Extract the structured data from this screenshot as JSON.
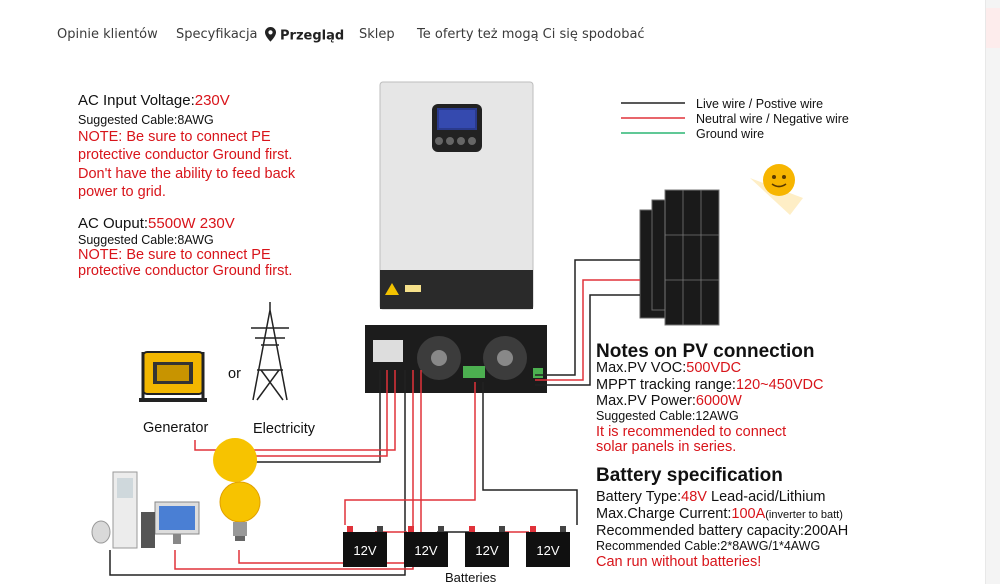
{
  "tabs": [
    {
      "label": "Opinie klientów"
    },
    {
      "label": "Specyfikacja"
    },
    {
      "label": "Przegląd",
      "active": true
    },
    {
      "label": "Sklep"
    },
    {
      "label": "Te oferty też mogą Ci się spodobać"
    }
  ],
  "left_notes": {
    "ac_input_label": "AC Input Voltage:",
    "ac_input_value": "230V",
    "ac_input_cable": "Suggested Cable:8AWG",
    "ac_input_note_1": "NOTE: Be sure to connect PE",
    "ac_input_note_2": "protective conductor Ground first.",
    "ac_input_note_3": "Don't have the ability to feed back",
    "ac_input_note_4": "power to grid.",
    "ac_output_label": "AC Ouput:",
    "ac_output_value": "5500W 230V",
    "ac_output_cable": "Suggested Cable:8AWG",
    "ac_output_note_1": "NOTE: Be sure to connect PE",
    "ac_output_note_2": "protective conductor Ground first."
  },
  "legend": {
    "live": "Live wire / Postive wire",
    "neutral": "Neutral wire / Negative wire",
    "ground": "Ground wire"
  },
  "sources": {
    "or": "or",
    "generator": "Generator",
    "electricity": "Electricity"
  },
  "pv": {
    "title": "Notes on PV connection",
    "voc_label": "Max.PV VOC:",
    "voc_value": "500VDC",
    "mppt_label": "MPPT tracking range:",
    "mppt_value": "120~450VDC",
    "power_label": "Max.PV Power:",
    "power_value": "6000W",
    "cable": "Suggested Cable:12AWG",
    "note_1": "It is recommended to connect",
    "note_2": "solar panels in series."
  },
  "battery": {
    "title": "Battery specification",
    "type_label": "Battery Type:",
    "type_value": "48V",
    "type_suffix": " Lead-acid/Lithium",
    "charge_label": "Max.Charge Current:",
    "charge_value": "100A",
    "charge_suffix": "(inverter to batt)",
    "capacity": "Recommended battery capacity:200AH",
    "cable": "Recommended Cable:2*8AWG/1*4AWG",
    "note": "Can run without batteries!",
    "cells": [
      "12V",
      "12V",
      "12V",
      "12V"
    ],
    "caption": "Batteries"
  },
  "colors": {
    "live": "#222222",
    "neutral": "#e0323a",
    "ground": "#2bb673",
    "note_red": "#d8141a"
  }
}
